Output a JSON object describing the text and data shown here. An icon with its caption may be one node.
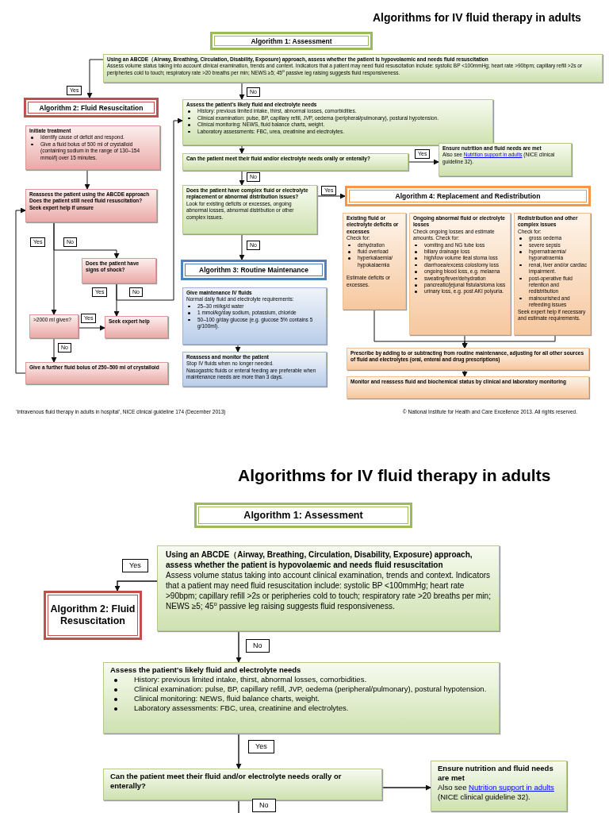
{
  "diagram": {
    "title": "Algorithms for IV fluid therapy in adults",
    "nodes": [
      {
        "text": [
          "Algorithm 1: Assessment"
        ]
      },
      {
        "text": [
          "Using an ABCDE（Airway, Breathing, Circulation, Disability, Exposure) approach, assess whether the patient is hypovolaemic and needs fluid resuscitation",
          "Assess volume status taking into account clinical examination, trends and context. Indicators that a patient may need fluid resuscitation include: systolic BP <100mmHg; heart rate >90bpm; capillary refill >2s or peripheries cold to touch; respiratory rate >20 breaths per min; NEWS ≥5; 45$^{o}$ passive leg raising suggests fluid responsiveness."
        ]
      },
      {
        "text": [
          "Algorithm 2: Fluid Resuscitation"
        ]
      },
      {
        "text": [
          "Initiate treatment",
          "Identify cause of deficit and respond.",
          "Give a fluid bolus of 500 ml of crystalloid (containing sodium in the range of 130–154 mmol/l) over 15 minutes."
        ]
      },
      {
        "text": [
          "Reassess the patient using the ABCDE approach",
          "Does the patient still need fluid resuscitation? Seek expert help if unsure"
        ]
      },
      {
        "text": [
          "Does the patient have signs of shock?"
        ]
      },
      {
        "text": [
          ">2000 ml given?"
        ]
      },
      {
        "text": [
          "Seek expert help"
        ]
      },
      {
        "text": [
          "Give a further fluid bolus of 250–500 ml of crystalloid"
        ]
      },
      {
        "text": [
          "Assess the patient's likely fluid and electrolyte needs",
          "History: previous limited intake, thirst, abnormal losses, comorbidities.",
          "Clinical examination: pulse, BP, capillary refill, JVP, oedema (peripheral/pulmonary), postural hypotension.",
          "Clinical monitoring: NEWS, fluid balance charts, weight.",
          "Laboratory assessments: FBC, urea, creatinine and electrolytes."
        ]
      },
      {
        "text": [
          "Can the patient meet their fluid and/or electrolyte needs orally or enterally?"
        ]
      },
      {
        "text": [
          "Ensure nutrition and fluid needs are met",
          "Also see",
          "Nutrition support in adults",
          "(NICE clinical guideline 32)."
        ]
      },
      {
        "text": [
          "Does the patient have complex fluid or electrolyte replacement or abnormal distribution issues?",
          "Look for existing deficits or excesses, ongoing abnormal losses, abnormal distribution or other complex issues."
        ]
      },
      {
        "text": [
          "Algorithm 3: Routine Maintenance"
        ]
      },
      {
        "text": [
          "Give maintenance IV fluids",
          "Normal daily fluid and electrolyte requirements:",
          "25–30 ml/kg/d water",
          "1 mmol/kg/day sodium, potassium, chloride",
          "50–100 g/day glucose (e.g. glucose 5% contains 5 g/100ml)."
        ]
      },
      {
        "text": [
          "Reassess and monitor the patient",
          "Stop IV fluids when no longer needed.",
          "Nasogastric fluids or enteral feeding are preferable when maintenance needs are more than 3 days."
        ]
      },
      {
        "text": [
          "Algorithm 4: Replacement and Redistribution"
        ]
      },
      {
        "text": [
          "Existing fluid or electrolyte deficits or excesses",
          "Check for:",
          "dehydration",
          "fluid overload",
          "hyperkalaemia/ hypokalaemia",
          "Estimate deficits or excesses."
        ]
      },
      {
        "text": [
          "Ongoing abnormal fluid or electrolyte losses",
          "Check ongoing losses and estimate amounts. Check for:",
          "vomiting and NG tube loss",
          "biliary drainage loss",
          "high/low volume ileal stoma loss",
          "diarrhoea/excess colostomy loss",
          "ongoing blood loss, e.g. melaena",
          "sweating/fever/dehydration",
          "pancreatic/jejunal fistula/stoma loss",
          "urinary loss, e.g. post AKI polyuria."
        ]
      },
      {
        "text": [
          "Redistribution and other complex issues",
          "Check for:",
          "gross oedema",
          "severe sepsis",
          "hypernatraemia/ hyponatraemia",
          "renal, liver and/or cardiac impairment.",
          "post-operative fluid retention and redistribution",
          "malnourished and refeeding issues",
          "Seek expert help if necessary and estimate requirements."
        ]
      },
      {
        "text": [
          "Prescribe by adding to or subtracting from routine maintenance, adjusting for all other sources of fluid and electrolytes (oral, enteral and drug prescriptions)"
        ]
      },
      {
        "text": [
          "Monitor and reassess fluid and biochemical status by clinical and laboratory monitoring"
        ]
      },
      {
        "text": [
          "Algorithm 1: Assessment"
        ]
      },
      {
        "text": [
          "Using an ABCDE（Airway, Breathing, Circulation, Disability, Exposure) approach, assess whether the patient is hypovolaemic and needs fluid resuscitation",
          "Assess volume status taking into account clinical examination, trends and context. Indicators that a patient may need fluid resuscitation include: systolic BP <100mmHg; heart rate >90bpm; capillary refill >2s or peripheries cold to touch; respiratory rate >20 breaths per min; NEWS ≥5; 45$^{o}$ passive leg raising suggests fluid responsiveness."
        ]
      },
      {
        "text": [
          "Algorithm 2: Fluid Resuscitation"
        ]
      },
      {
        "text": [
          "Assess the patient's likely fluid and electrolyte needs",
          "History: previous limited intake, thirst, abnormal losses, comorbidities.",
          "Clinical examination: pulse, BP, capillary refill, JVP, oedema (peripheral/pulmonary), postural hypotension.",
          "Clinical monitoring: NEWS, fluid balance charts, weight.",
          "Laboratory assessments: FBC, urea, creatinine and electrolytes."
        ]
      },
      {
        "text": [
          "Can the patient meet their fluid and/or electrolyte needs orally or enterally?"
        ]
      },
      {
        "text": [
          "Ensure nutrition and fluid needs are met",
          "Also see",
          "Nutrition support in adults",
          "(NICE clinical guideline 32)."
        ]
      }
    ],
    "edges": [
      {
        "from": 1,
        "to": 2,
        "arrow": "to",
        "label": "Yes"
      },
      {
        "from": 1,
        "to": 9,
        "arrow": "to",
        "label": "No"
      },
      {
        "from": 3,
        "to": 4,
        "arrow": "to"
      },
      {
        "from": 4,
        "to": 6,
        "arrow": "to",
        "label": "Yes"
      },
      {
        "from": 4,
        "to": 5,
        "arrow": "to",
        "label": "No"
      },
      {
        "from": 5,
        "to": 7,
        "arrow": "to",
        "label": "Yes"
      },
      {
        "from": 5,
        "to": 9,
        "arrow": "to",
        "label": "No"
      },
      {
        "from": 6,
        "to": 7,
        "arrow": "to",
        "label": "Yes"
      },
      {
        "from": 6,
        "to": 8,
        "arrow": "to",
        "label": "No"
      },
      {
        "from": 8,
        "to": 4,
        "arrow": "to"
      },
      {
        "from": 9,
        "to": 10,
        "arrow": "to"
      },
      {
        "from": 10,
        "to": 11,
        "arrow": "to",
        "label": "Yes"
      },
      {
        "from": 10,
        "to": 12,
        "arrow": "to",
        "label": "No"
      },
      {
        "from": 12,
        "to": 16,
        "arrow": "to",
        "label": "Yes"
      },
      {
        "from": 12,
        "to": 13,
        "arrow": "to",
        "label": "No"
      },
      {
        "from": 14,
        "to": 15,
        "arrow": "to"
      },
      {
        "from": 17,
        "to": 20,
        "arrow": "to"
      },
      {
        "from": 18,
        "to": 20,
        "arrow": "to"
      },
      {
        "from": 19,
        "to": 20,
        "arrow": "to"
      },
      {
        "from": 20,
        "to": 21,
        "arrow": "to"
      },
      {
        "from": 23,
        "to": 24,
        "arrow": "to",
        "label": "Yes"
      },
      {
        "from": 23,
        "to": 25,
        "arrow": "to",
        "label": "No"
      },
      {
        "from": 25,
        "to": 26,
        "arrow": "to",
        "label": "Yes"
      },
      {
        "from": 26,
        "to": 27,
        "arrow": "to"
      },
      {
        "from": 26,
        "to": null,
        "arrow": "none",
        "label": "No"
      }
    ],
    "labels": [
      "Algorithms for IV fluid therapy in adults",
      "‘Intravenous fluid therapy in adults in hospital’, NICE clinical guideline 174 (December 2013)",
      "© National Institute for Health and Care Excellence 2013. All rights reserved."
    ]
  }
}
